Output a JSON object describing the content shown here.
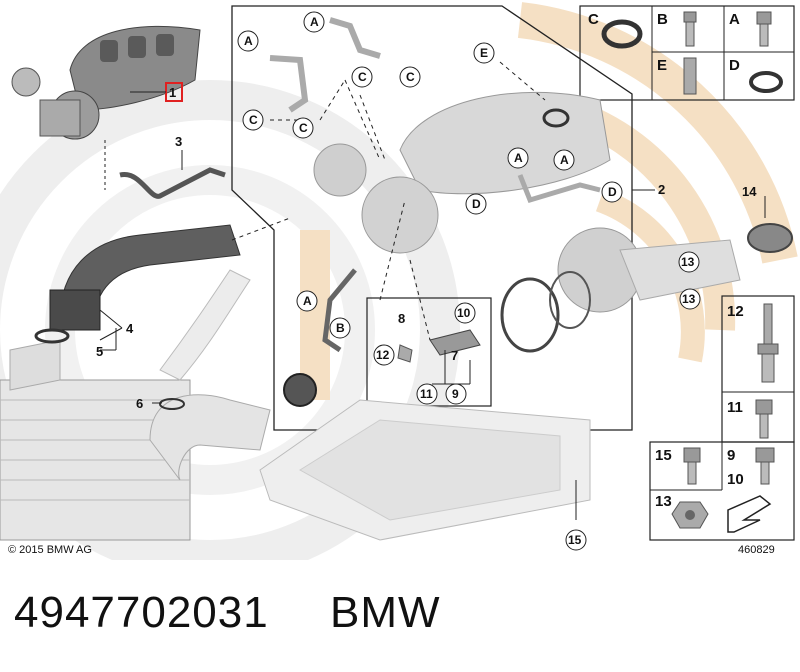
{
  "copyright": "© 2015 BMW AG",
  "diagram_id": "460829",
  "part_number": "4947702031",
  "brand": "BMW",
  "accent_color": "#f2d7b0",
  "highlight_color": "#e02020",
  "callouts": {
    "n1": "1",
    "n2": "2",
    "n3": "3",
    "n4": "4",
    "n5": "5",
    "n6": "6",
    "n7": "7",
    "n8": "8",
    "n9": "9",
    "n10": "10",
    "n11": "11",
    "n12": "12",
    "n13": "13",
    "n14": "14",
    "n15": "15"
  },
  "letters": {
    "a": "A",
    "b": "B",
    "c": "C",
    "d": "D",
    "e": "E"
  },
  "legend": {
    "c": "C",
    "b": "B",
    "a": "A",
    "e": "E",
    "d": "D",
    "n12": "12",
    "n11": "11",
    "n15": "15",
    "n9": "9",
    "n10": "10",
    "n13": "13"
  }
}
